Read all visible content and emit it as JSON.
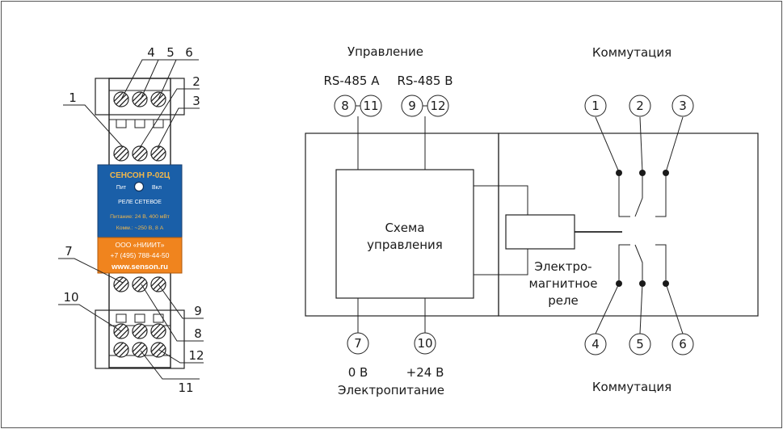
{
  "device": {
    "brand": "СЕНСОН Р-02Ц",
    "led_left": "Пит",
    "led_right": "Вкл",
    "type": "РЕЛЕ СЕТЕВОЕ",
    "power_spec": "Питание: 24 В, 400 мВт",
    "switch_spec": "Комм.: ~250 В, 8 А",
    "company": "ООО «НИИИТ»",
    "phone": "+7 (495) 788-44-50",
    "website": "www.senson.ru",
    "top_callouts": [
      "4",
      "5",
      "6"
    ],
    "right_callouts_upper": [
      "2",
      "3"
    ],
    "left_callout_upper": "1",
    "left_callouts_lower": [
      "7",
      "10"
    ],
    "right_callouts_lower": [
      "9",
      "8",
      "12"
    ],
    "bottom_callout": "11",
    "colors": {
      "blue_panel": "#1a5fa8",
      "orange_panel": "#f0841e"
    }
  },
  "schematic": {
    "control_label": "Управление",
    "rs485a_label": "RS-485 A",
    "rs485b_label": "RS-485 B",
    "commutation_top_label": "Коммутация",
    "commutation_bottom_label": "Коммутация",
    "control_block_line1": "Схема",
    "control_block_line2": "управления",
    "relay_label_line1": "Электро-",
    "relay_label_line2": "магнитное",
    "relay_label_line3": "реле",
    "power_label": "Электропитание",
    "zero_v_label": "0 В",
    "plus24_label": "+24 В",
    "terminals": {
      "t8": "8",
      "t11": "11",
      "t9": "9",
      "t12": "12",
      "t7": "7",
      "t10": "10",
      "t1": "1",
      "t2": "2",
      "t3": "3",
      "t4": "4",
      "t5": "5",
      "t6": "6"
    }
  }
}
